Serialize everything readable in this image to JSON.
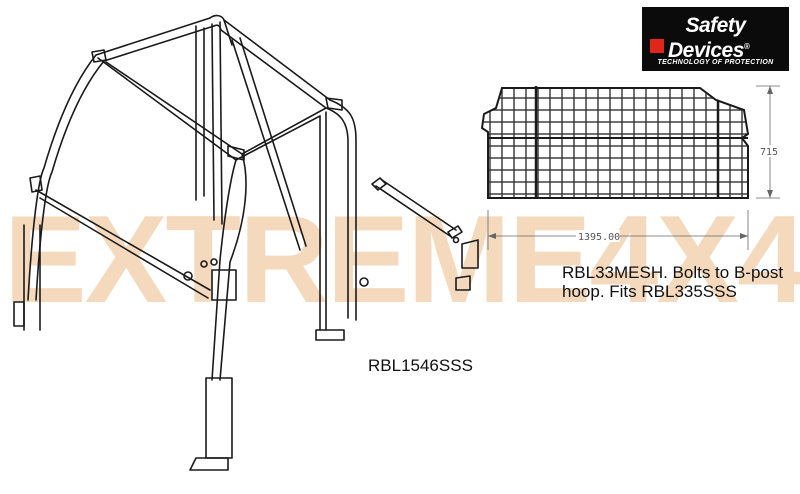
{
  "watermark": {
    "text": "EXTREME4X4",
    "color": "#f0c9a0"
  },
  "brand": {
    "line1": "Safety",
    "line2": "Devices",
    "registered": "®",
    "tagline": "TECHNOLOGY OF PROTECTION",
    "accent_color": "#e0251b",
    "background_color": "#0b0b0b"
  },
  "mesh": {
    "height_label": "715",
    "width_label": "1395.00",
    "caption_line1": "RBL33MESH. Bolts to B-post",
    "caption_line2": "hoop. Fits RBL335SSS"
  },
  "cage": {
    "caption": "RBL1546SSS"
  }
}
